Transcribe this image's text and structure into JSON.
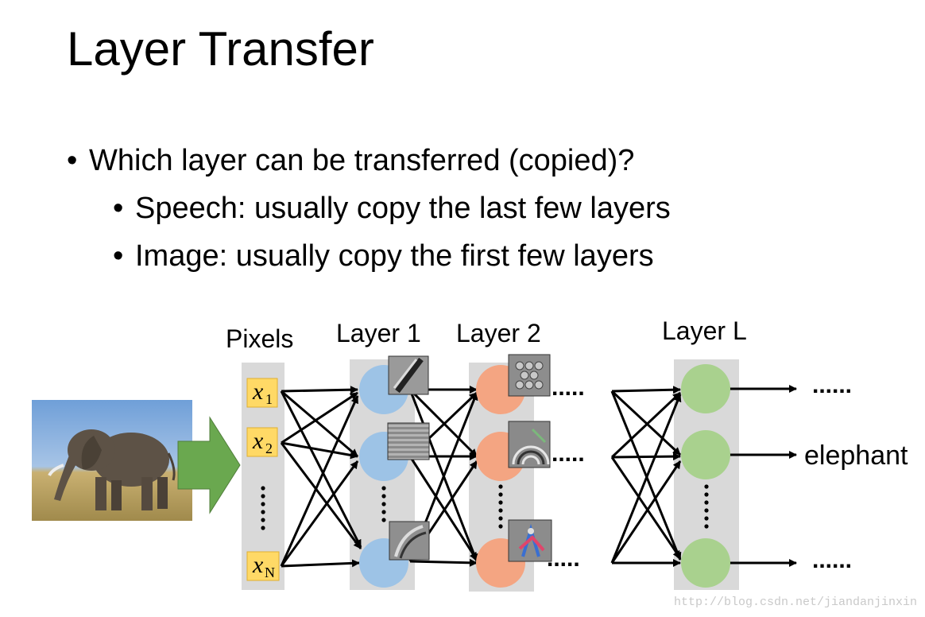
{
  "slide": {
    "title": "Layer Transfer",
    "bullets": [
      {
        "text": "Which layer can be transferred (copied)?",
        "level": 0
      },
      {
        "text": "Speech: usually copy the last few layers",
        "level": 1
      },
      {
        "text": "Image: usually copy the first few layers",
        "level": 1
      }
    ],
    "bullet_glyph": "•",
    "watermark": "http://blog.csdn.net/jiandanjinxin"
  },
  "diagram": {
    "input_image": "elephant-photo",
    "column_labels": {
      "pixels": "Pixels",
      "layer1": "Layer 1",
      "layer2": "Layer 2",
      "layerL": "Layer L"
    },
    "pixel_nodes": [
      {
        "var": "x",
        "sub": "1"
      },
      {
        "var": "x",
        "sub": "2"
      },
      {
        "var": "x",
        "sub": "N"
      }
    ],
    "ellipsis": "......",
    "layer2_ellipsis": ".....",
    "outputs": [
      "......",
      "elephant",
      "......"
    ],
    "colors": {
      "pixel_box": "#ffd966",
      "pixel_box_border": "#e0b030",
      "column_bg": "#d9d9d9",
      "layer1_node": "#9dc3e6",
      "layer2_node": "#f4a582",
      "layerL_node": "#a9d18e",
      "arrow": "#6aa84f"
    },
    "icons": [
      "elephant-photo",
      "edge-filter-thumbnail",
      "texture-filter-thumbnail",
      "pattern-filter-thumbnail"
    ]
  }
}
